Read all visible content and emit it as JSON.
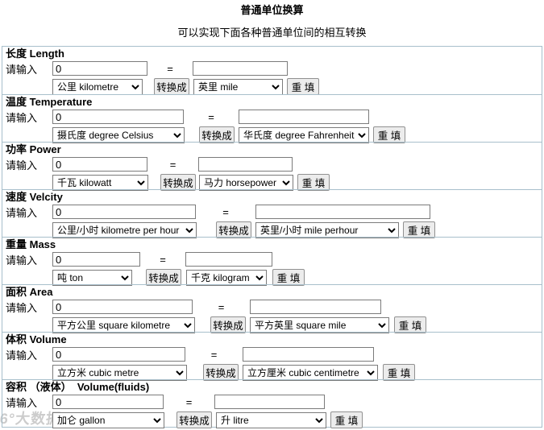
{
  "page": {
    "title": "普通单位换算",
    "subtitle": "可以实现下面各种普通单位间的相互转换"
  },
  "labels": {
    "input_prompt": "请输入",
    "equals": "=",
    "convert_button": "转换成",
    "reset_button": "重 填"
  },
  "colors": {
    "table_border": "#a8bfcb",
    "button_bg": "#ececec",
    "field_border": "#7b7b7b"
  },
  "watermark": {
    "text": "6°大数据"
  },
  "sections": [
    {
      "title": "长度 Length",
      "input_value": "0",
      "result_value": "",
      "from_unit": "公里 kilometre",
      "to_unit": "英里 mile"
    },
    {
      "title": "温度 Temperature",
      "input_value": "0",
      "result_value": "",
      "from_unit": "摄氏度 degree Celsius",
      "to_unit": "华氏度 degree Fahrenheit"
    },
    {
      "title": "功率 Power",
      "input_value": "0",
      "result_value": "",
      "from_unit": "千瓦 kilowatt",
      "to_unit": "马力 horsepower"
    },
    {
      "title": "速度 Velcity",
      "input_value": "0",
      "result_value": "",
      "from_unit": "公里/小时 kilometre per hour",
      "to_unit": "英里/小时 mile perhour"
    },
    {
      "title": "重量 Mass",
      "input_value": "0",
      "result_value": "",
      "from_unit": "吨 ton",
      "to_unit": "千克 kilogram"
    },
    {
      "title": "面积 Area",
      "input_value": "0",
      "result_value": "",
      "from_unit": "平方公里 square kilometre",
      "to_unit": "平方英里 square mile"
    },
    {
      "title": "体积 Volume",
      "input_value": "0",
      "result_value": "",
      "from_unit": "立方米 cubic metre",
      "to_unit": "立方厘米 cubic centimetre"
    },
    {
      "title": "容积 （液体）  Volume(fluids)",
      "input_value": "0",
      "result_value": "",
      "from_unit": "加仑 gallon",
      "to_unit": "升 litre"
    }
  ]
}
